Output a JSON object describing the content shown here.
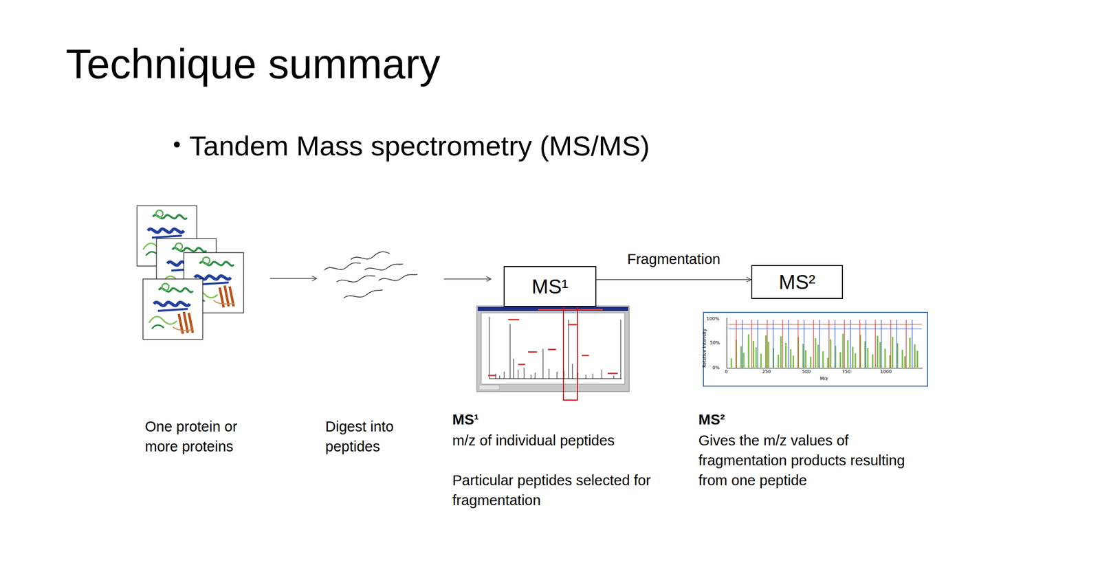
{
  "diagram": {
    "title": "Technique summary",
    "nodes": [
      {
        "text": [
          "MS¹"
        ]
      },
      {
        "text": [
          "MS²"
        ]
      }
    ],
    "edges": [
      {
        "from": 0,
        "to": 1,
        "label": "Fragmentation",
        "arrow": "to"
      }
    ],
    "labels": [
      "Tandem Mass spectrometry (MS/MS)",
      "One protein or more proteins",
      "Digest into peptides",
      "MS¹",
      "m/z of individual peptides",
      "Particular peptides selected for fragmentation",
      "MS²",
      "Gives the m/z values of fragmentation products resulting from one peptide",
      "100%",
      "50%",
      "0%",
      "0",
      "250",
      "500",
      "750",
      "1000",
      "M/z",
      "Relative Intensity"
    ]
  }
}
